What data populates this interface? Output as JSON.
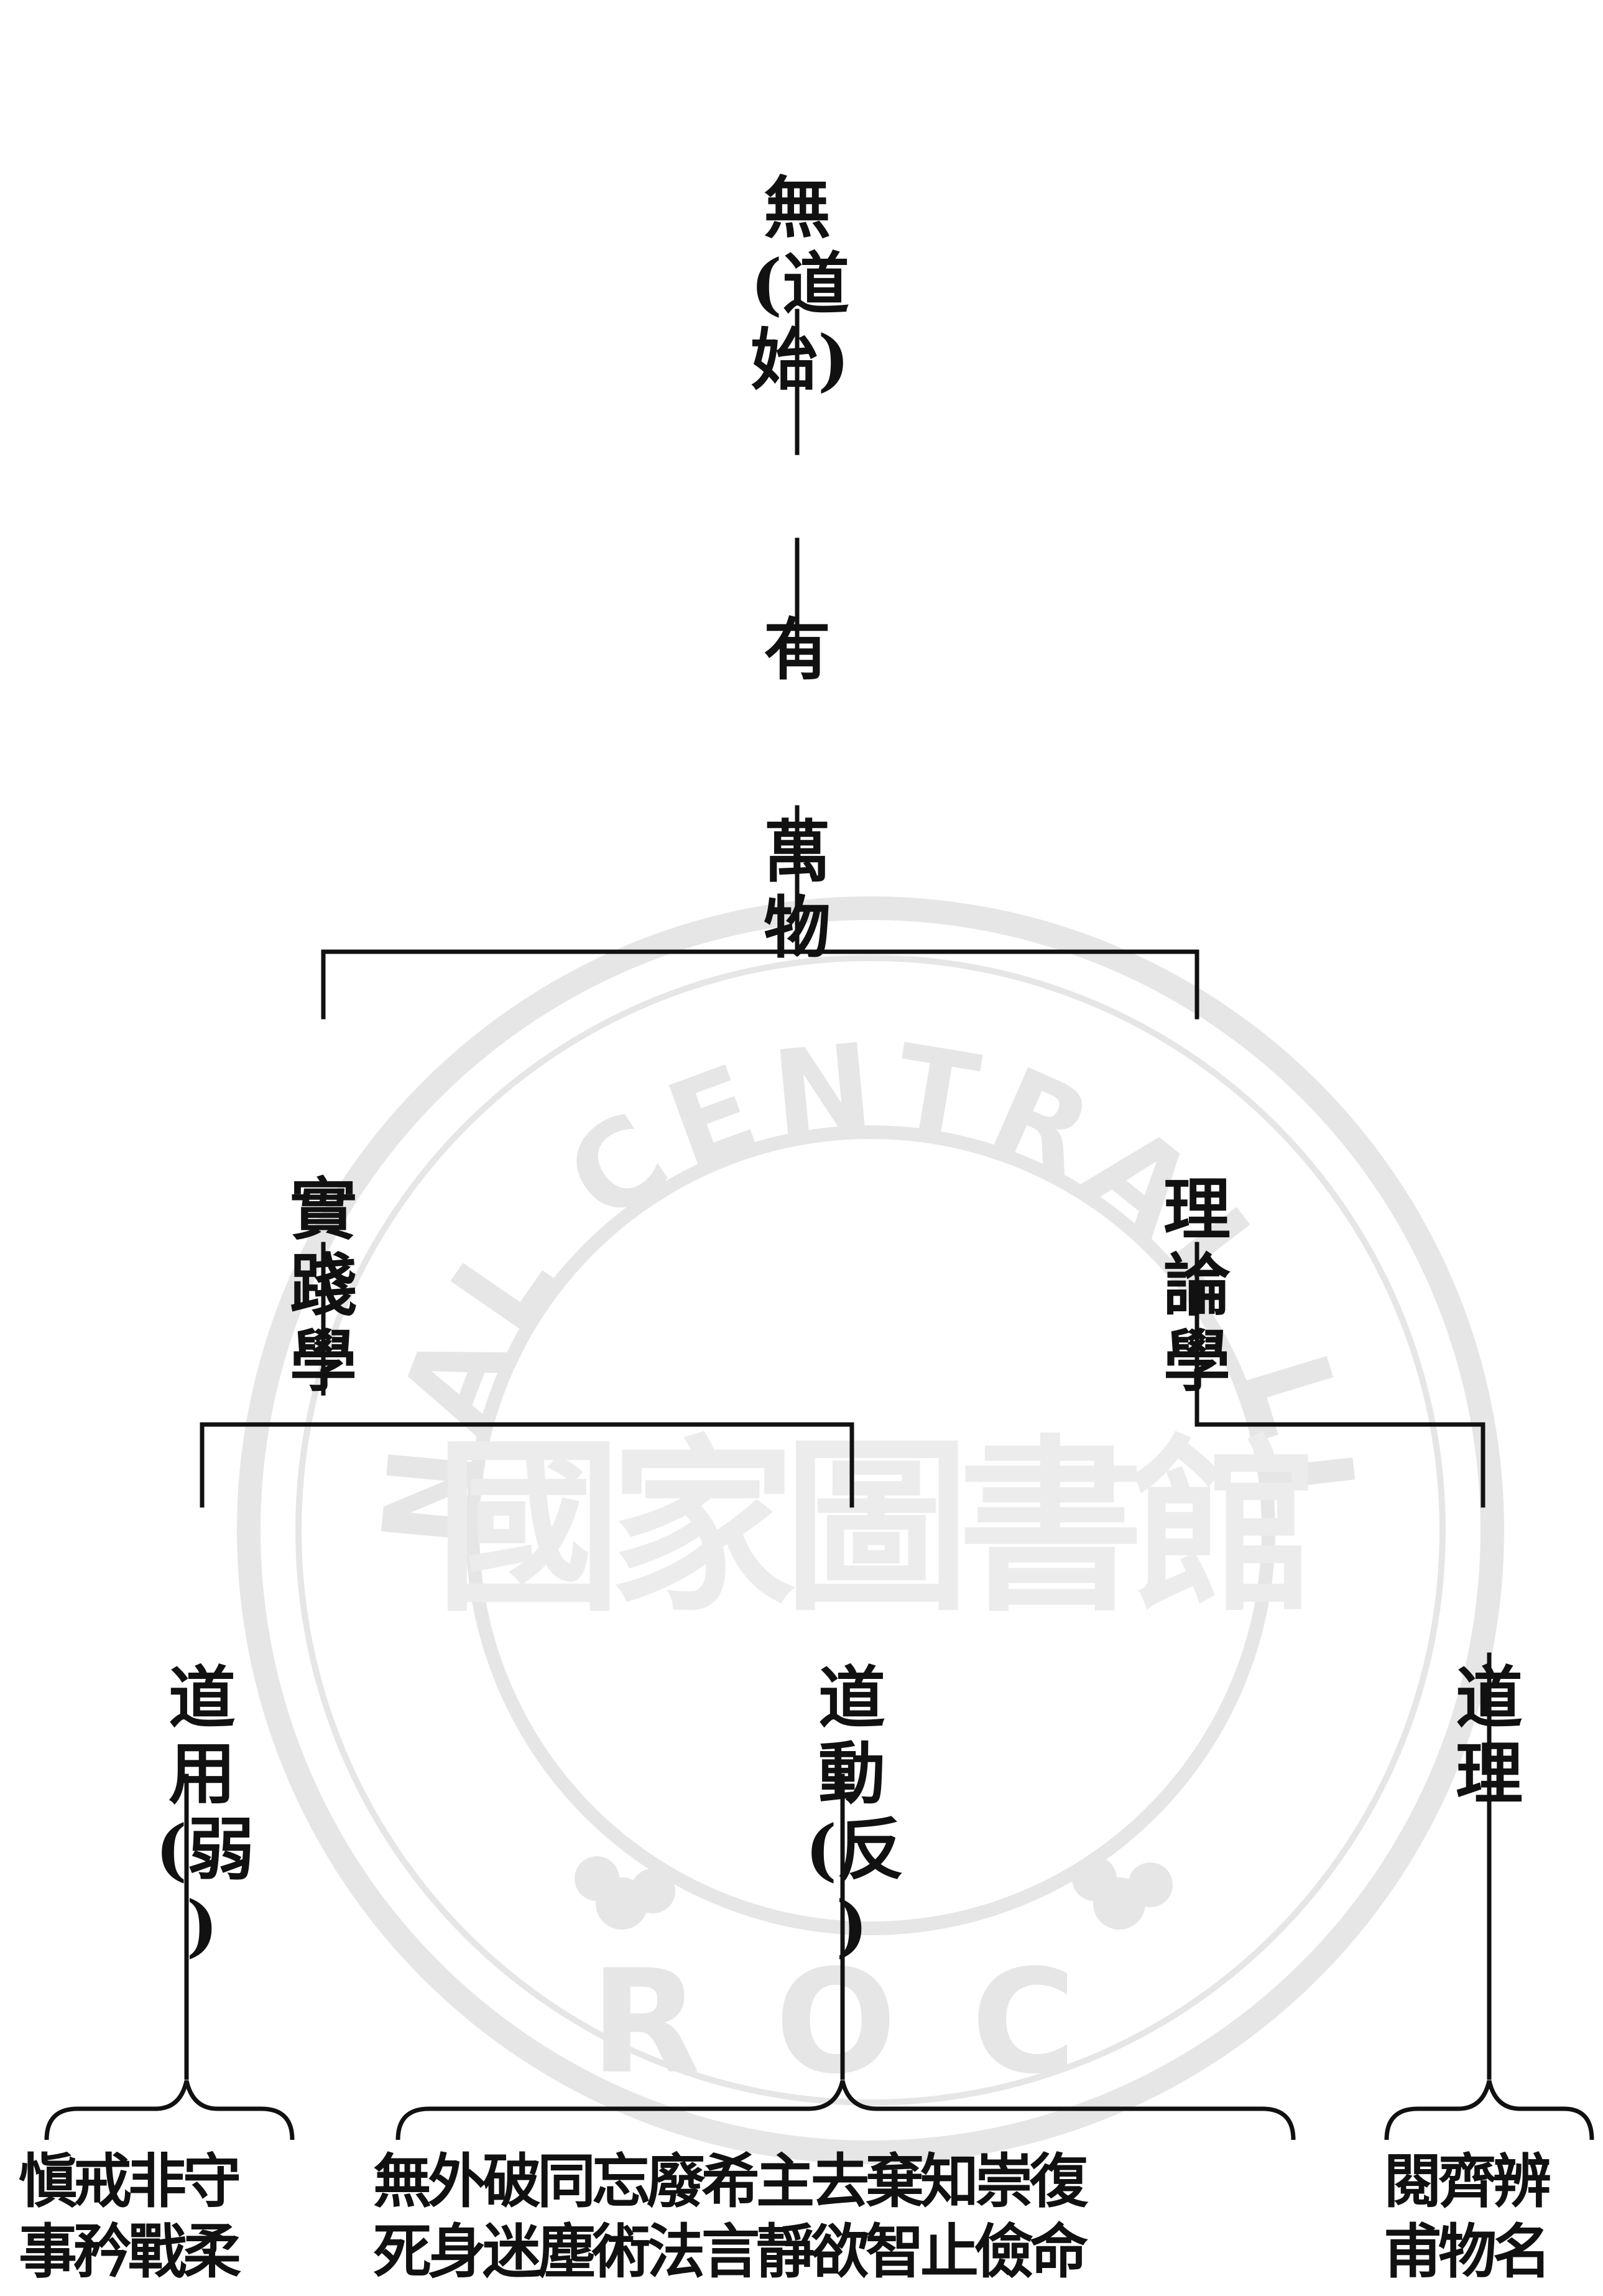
{
  "diagram": {
    "root": {
      "chars": [
        "無",
        "(道",
        "始)"
      ]
    },
    "level1": {
      "label": "有"
    },
    "level2": {
      "chars": [
        "萬",
        "物"
      ]
    },
    "practical": {
      "chars": [
        "實",
        "踐",
        "學"
      ]
    },
    "theoretical": {
      "chars": [
        "理",
        "論",
        "學"
      ]
    },
    "dao_use": {
      "chars": [
        "道",
        "用",
        "(弱",
        ")"
      ]
    },
    "dao_move": {
      "chars": [
        "道",
        "動",
        "(反",
        ")"
      ]
    },
    "dao_principle": {
      "chars": [
        "道",
        "理"
      ]
    },
    "leaf_use": {
      "row1": "愼戒非守",
      "row2": "事矜戰柔"
    },
    "leaf_move": {
      "row1": "無外破同忘廢希主去棄知崇復",
      "row2": "死身迷塵術法言靜欲智止儉命"
    },
    "leaf_principle": {
      "row1": "閱齊辨",
      "row2": "甫物名"
    }
  },
  "watermark": {
    "arc_top": "NATIONAL CENTRAL LIBRARY",
    "bottom": "ROC",
    "center": "國家圖書館",
    "color": "#e4e4e4"
  },
  "style": {
    "ink": "#111111",
    "paper": "#ffffff"
  }
}
